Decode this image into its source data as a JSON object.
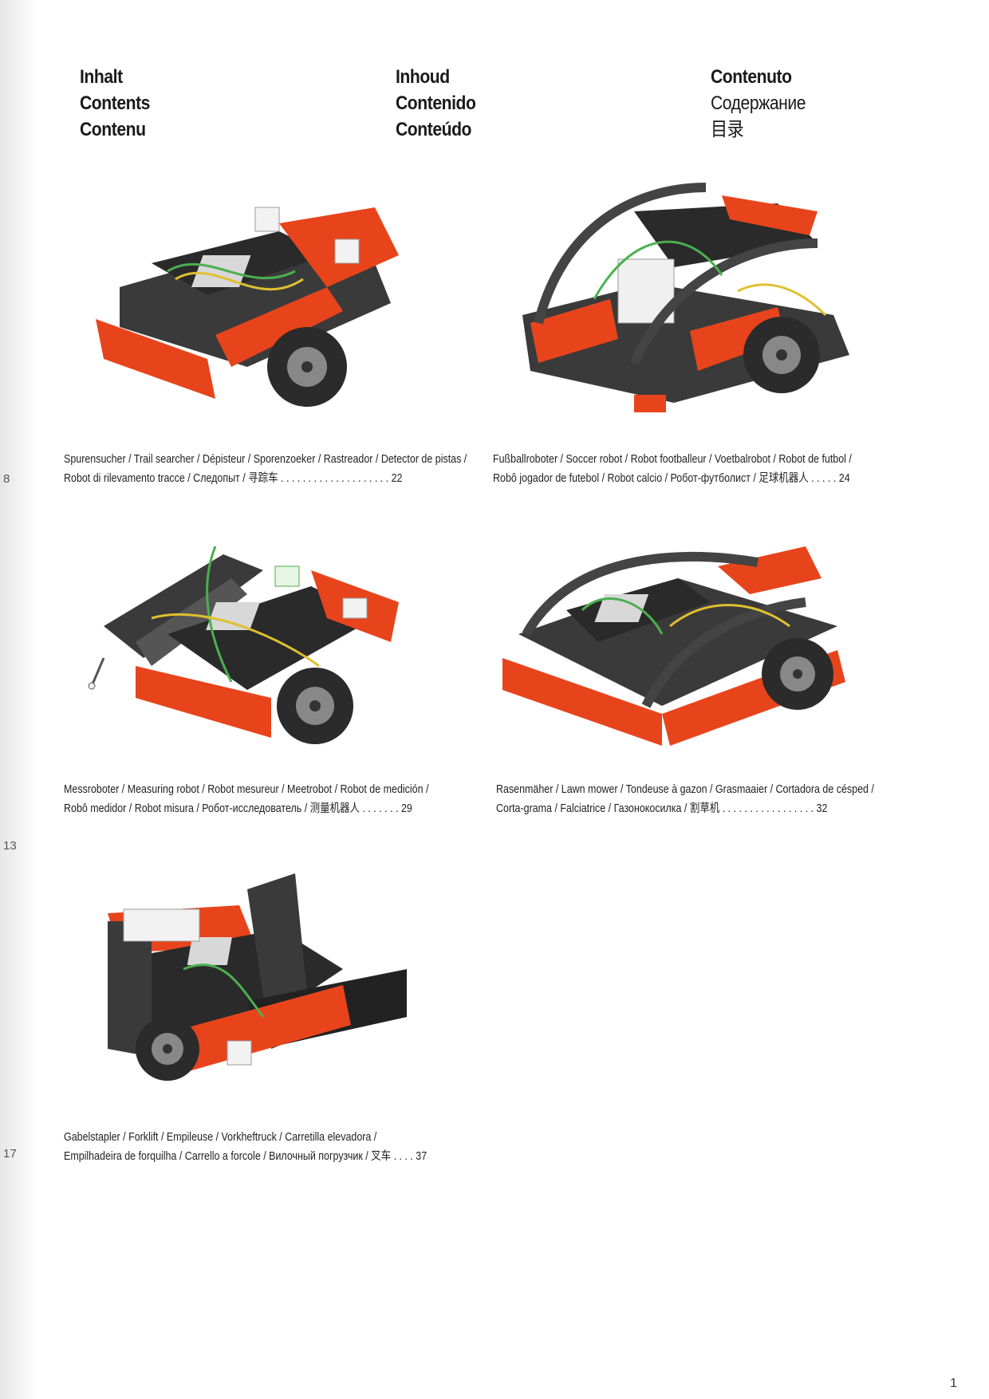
{
  "headings": {
    "col1": [
      "Inhalt",
      "Contents",
      "Contenu"
    ],
    "col2": [
      "Inhoud",
      "Contenido",
      "Conteúdo"
    ],
    "col3": [
      "Contenuto",
      "Содержание",
      "目录"
    ]
  },
  "gutter_numbers": [
    "8",
    "13",
    "17"
  ],
  "items": [
    {
      "line1": "Spurensucher / Trail searcher / Dépisteur / Sporenzoeker / Rastreador / Detector de pistas /",
      "line2": "Robot di rilevamento tracce / Следопыт / 寻踪车 . . . . . . . . . . . . . . . . . . . . 22"
    },
    {
      "line1": "Fußballroboter / Soccer robot / Robot footballeur / Voetbalrobot / Robot de futbol /",
      "line2": "Robô jogador de futebol / Robot calcio / Робот-футболист / 足球机器人 . . . . . 24"
    },
    {
      "line1": "Messroboter / Measuring robot / Robot mesureur / Meetrobot / Robot de medición /",
      "line2": "Robô medidor / Robot misura / Робот-исследователь / 测量机器人 . . . . . . . 29"
    },
    {
      "line1": "Rasenmäher / Lawn mower / Tondeuse à gazon / Grasmaaier / Cortadora de césped /",
      "line2": "Corta-grama / Falciatrice / Газонокосилка / 割草机 . . . . . . . . . . . . . . . . . 32"
    },
    {
      "line1": "Gabelstapler / Forklift / Empileuse / Vorkheftruck / Carretilla elevadora /",
      "line2": "Empilhadeira de forquilha / Carrello a forcole / Вилочный погрузчик / 叉车 . . . . 37"
    }
  ],
  "page_number": "1",
  "colors": {
    "accent_red": "#e8441c",
    "dark_gray": "#3a3a3a",
    "wheel": "#2b2b2b"
  }
}
